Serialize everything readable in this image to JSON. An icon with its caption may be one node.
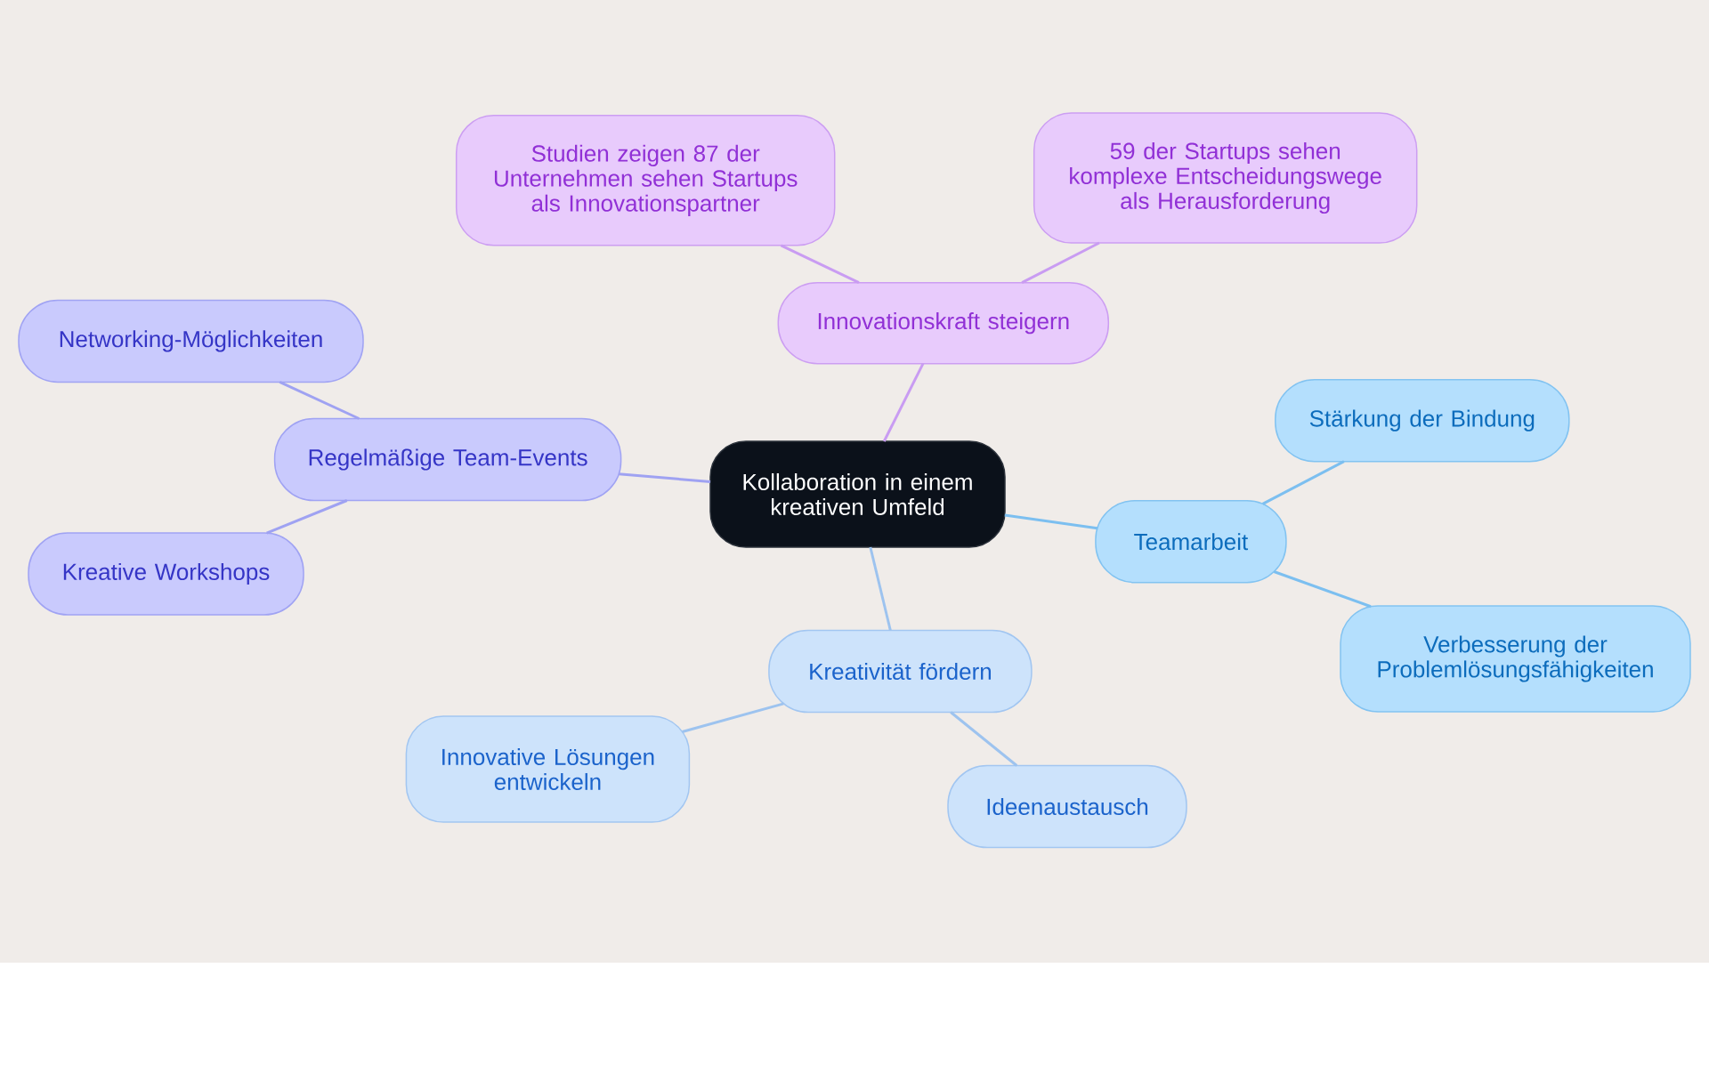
{
  "diagram": {
    "nodes": [
      {
        "text": [
          "Kollaboration in einem kreativen Umfeld"
        ]
      },
      {
        "text": [
          "Innovationskraft steigern"
        ]
      },
      {
        "text": [
          "Studien zeigen 87 der Unternehmen sehen Startups als Innovationspartner"
        ]
      },
      {
        "text": [
          "59 der Startups sehen komplexe Entscheidungswege als Herausforderung"
        ]
      },
      {
        "text": [
          "Regelmäßige Team-Events"
        ]
      },
      {
        "text": [
          "Networking-Möglichkeiten"
        ]
      },
      {
        "text": [
          "Kreative Workshops"
        ]
      },
      {
        "text": [
          "Teamarbeit"
        ]
      },
      {
        "text": [
          "Stärkung der Bindung"
        ]
      },
      {
        "text": [
          "Verbesserung der Problemlösungsfähigkeiten"
        ]
      },
      {
        "text": [
          "Kreativität fördern"
        ]
      },
      {
        "text": [
          "Innovative Lösungen entwickeln"
        ]
      },
      {
        "text": [
          "Ideenaustausch"
        ]
      }
    ],
    "edges": [
      {
        "from": 0,
        "to": 1,
        "arrow": "none",
        "color": "#c99cf2"
      },
      {
        "from": 1,
        "to": 2,
        "arrow": "none",
        "color": "#c99cf2"
      },
      {
        "from": 1,
        "to": 3,
        "arrow": "none",
        "color": "#c99cf2"
      },
      {
        "from": 0,
        "to": 4,
        "arrow": "none",
        "color": "#9fa2f2"
      },
      {
        "from": 4,
        "to": 5,
        "arrow": "none",
        "color": "#9fa2f2"
      },
      {
        "from": 4,
        "to": 6,
        "arrow": "none",
        "color": "#9fa2f2"
      },
      {
        "from": 0,
        "to": 7,
        "arrow": "none",
        "color": "#7cbff0"
      },
      {
        "from": 7,
        "to": 8,
        "arrow": "none",
        "color": "#7cbff0"
      },
      {
        "from": 7,
        "to": 9,
        "arrow": "none",
        "color": "#7cbff0"
      },
      {
        "from": 0,
        "to": 10,
        "arrow": "none",
        "color": "#9dc3ef"
      },
      {
        "from": 10,
        "to": 11,
        "arrow": "none",
        "color": "#9dc3ef"
      },
      {
        "from": 10,
        "to": 12,
        "arrow": "none",
        "color": "#9dc3ef"
      }
    ]
  }
}
